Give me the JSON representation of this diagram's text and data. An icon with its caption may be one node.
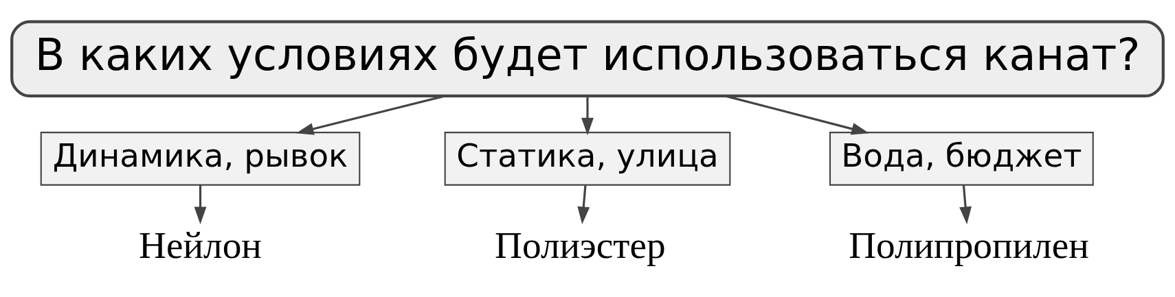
{
  "diagram": {
    "nodes": [
      {
        "text": [
          "В каких условиях будет использоваться канат?"
        ]
      },
      {
        "text": [
          "Динамика, рывок"
        ]
      },
      {
        "text": [
          "Статика, улица"
        ]
      },
      {
        "text": [
          "Вода, бюджет"
        ]
      },
      {
        "text": [
          "Нейлон"
        ]
      },
      {
        "text": [
          "Полиэстер"
        ]
      },
      {
        "text": [
          "Полипропилен"
        ]
      }
    ],
    "edges": [
      {
        "from": 0,
        "to": 1,
        "arrow": "to"
      },
      {
        "from": 0,
        "to": 2,
        "arrow": "to"
      },
      {
        "from": 0,
        "to": 3,
        "arrow": "to"
      },
      {
        "from": 1,
        "to": 4,
        "arrow": "to"
      },
      {
        "from": 2,
        "to": 5,
        "arrow": "to"
      },
      {
        "from": 3,
        "to": 6,
        "arrow": "to"
      }
    ]
  }
}
